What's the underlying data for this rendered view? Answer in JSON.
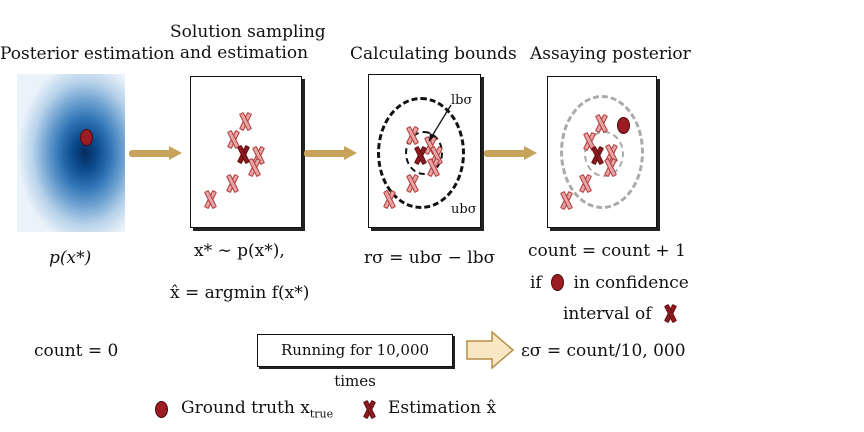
{
  "stages": {
    "posterior": {
      "title": "Posterior estimation",
      "formula": "p(x*)"
    },
    "sampling": {
      "title_line1": "Solution sampling",
      "title_line2": "and estimation",
      "formula1": "x* ∼ p(x*),",
      "formula2": "x̂ = argmin f(x*)"
    },
    "bounds": {
      "title": "Calculating bounds",
      "lb_label": "lbσ",
      "ub_label": "ubσ",
      "formula": "rσ = ubσ − lbσ"
    },
    "assay": {
      "title": "Assaying posterior",
      "line1": "count = count + 1",
      "line2_if": "if",
      "line2_rest": "in confidence",
      "line3": "interval of"
    }
  },
  "count_init": "count = 0",
  "running_label": "Running for 10,000 times",
  "epsilon_formula": "εσ = count/10, 000",
  "legend": {
    "ground_truth": "Ground truth x",
    "ground_truth_sub": "true",
    "estimation": "Estimation x̂"
  },
  "colors": {
    "gt_fill": "#9b1c22",
    "sample_fill": "#e7a4a4",
    "estimate_fill": "#8e1b20",
    "arrow": "#c6a25a",
    "posterior_dark": "#052b5e"
  },
  "icons": [
    "ground-truth-dot-icon",
    "sample-x-icon",
    "estimate-x-icon",
    "flow-arrow-icon"
  ]
}
